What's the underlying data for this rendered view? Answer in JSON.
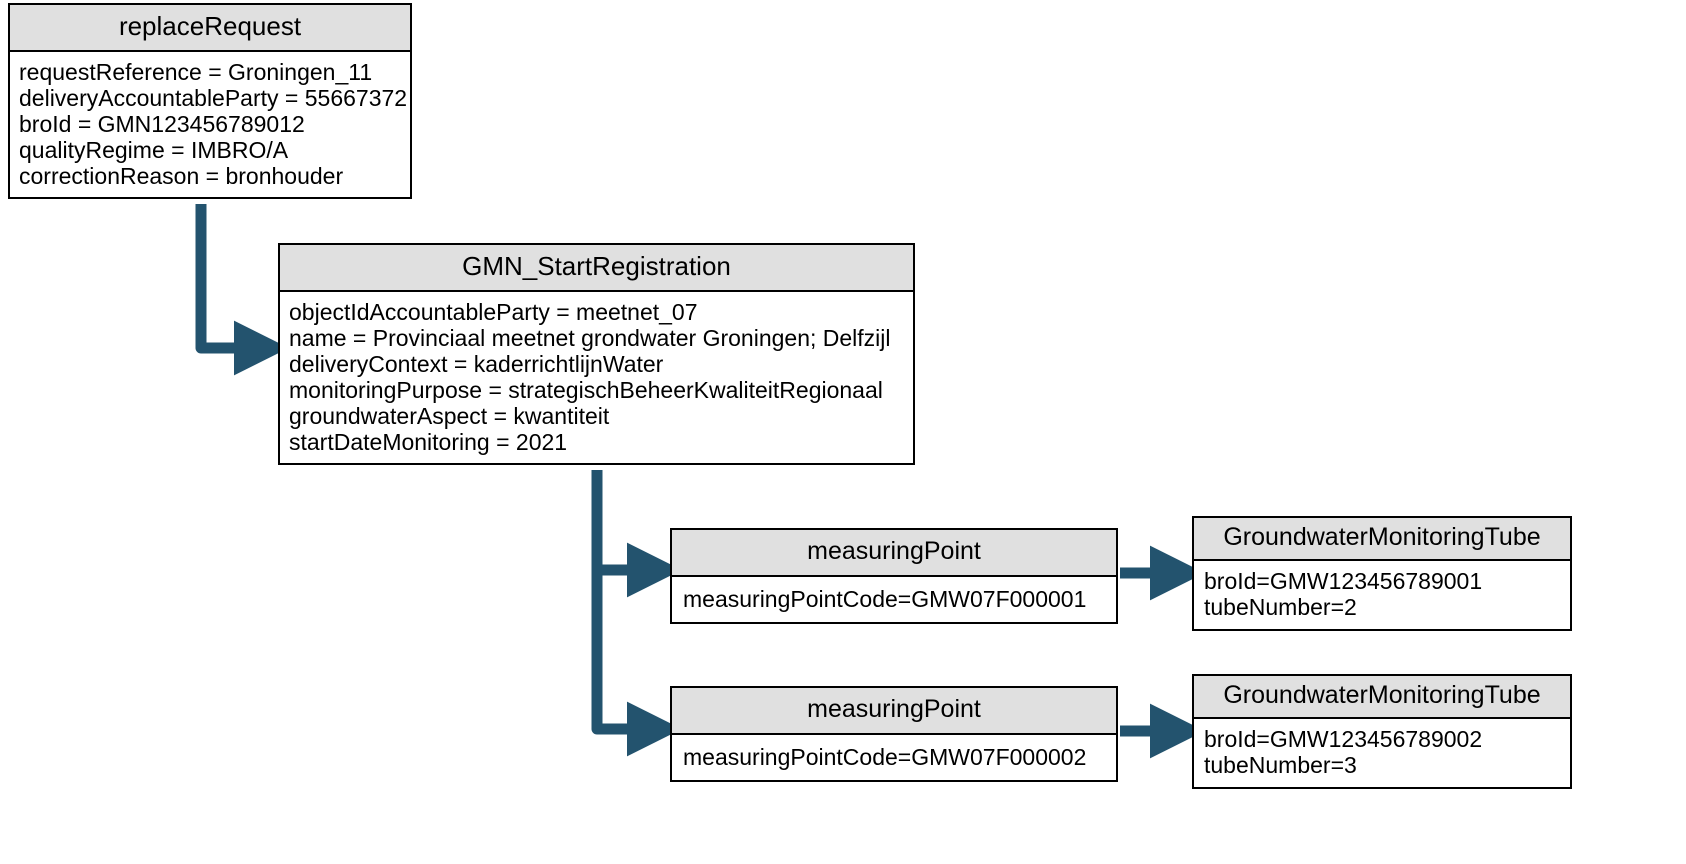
{
  "diagram": {
    "title": "replaceRequest GMN object diagram",
    "background_color": "#ffffff",
    "node_header_color": "#e0e0e0",
    "node_border_color": "#000000",
    "connector_color": "#23536e"
  },
  "nodes": {
    "replace_request": {
      "title": "replaceRequest",
      "attributes": [
        "requestReference = Groningen_11",
        "deliveryAccountableParty = 55667372",
        "broId = GMN123456789012",
        "qualityRegime = IMBRO/A",
        "correctionReason = bronhouder"
      ]
    },
    "gmn_start_registration": {
      "title": "GMN_StartRegistration",
      "attributes": [
        "objectIdAccountableParty = meetnet_07",
        "name = Provinciaal meetnet grondwater Groningen; Delfzijl",
        "deliveryContext = kaderrichtlijnWater",
        "monitoringPurpose = strategischBeheerKwaliteitRegionaal",
        "groundwaterAspect = kwantiteit",
        "startDateMonitoring = 2021"
      ]
    },
    "measuring_point_1": {
      "title": "measuringPoint",
      "attributes": [
        "measuringPointCode=GMW07F000001"
      ]
    },
    "measuring_point_2": {
      "title": "measuringPoint",
      "attributes": [
        "measuringPointCode=GMW07F000002"
      ]
    },
    "groundwater_monitoring_tube_1": {
      "title": "GroundwaterMonitoringTube",
      "attributes": [
        "broId=GMW123456789001",
        "tubeNumber=2"
      ]
    },
    "groundwater_monitoring_tube_2": {
      "title": "GroundwaterMonitoringTube",
      "attributes": [
        "broId=GMW123456789002",
        "tubeNumber=3"
      ]
    }
  },
  "connectors": [
    {
      "name": "replace-request-to-gmn-start",
      "from": "replace_request",
      "to": "gmn_start_registration",
      "style": "elbow-arrow"
    },
    {
      "name": "gmn-start-to-measuring-point-1",
      "from": "gmn_start_registration",
      "to": "measuring_point_1",
      "style": "elbow-arrow"
    },
    {
      "name": "gmn-start-to-measuring-point-2",
      "from": "gmn_start_registration",
      "to": "measuring_point_2",
      "style": "elbow-arrow"
    },
    {
      "name": "measuring-point-1-to-tube-1",
      "from": "measuring_point_1",
      "to": "groundwater_monitoring_tube_1",
      "style": "straight-arrow"
    },
    {
      "name": "measuring-point-2-to-tube-2",
      "from": "measuring_point_2",
      "to": "groundwater_monitoring_tube_2",
      "style": "straight-arrow"
    }
  ]
}
